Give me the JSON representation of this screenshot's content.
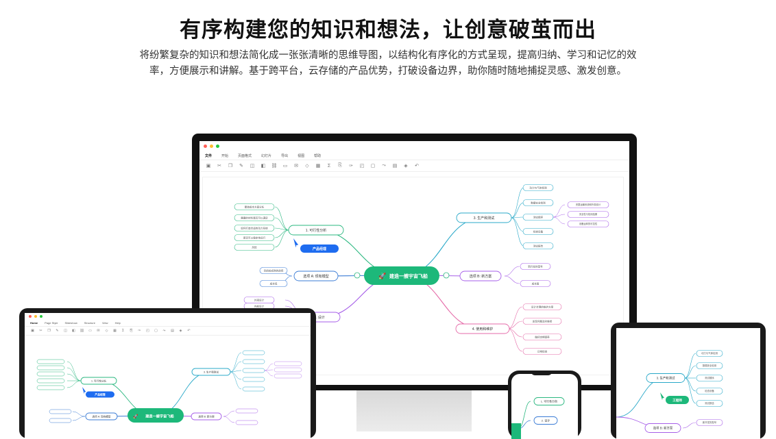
{
  "hero": {
    "title": "有序构建您的知识和想法，让创意破茧而出",
    "description": "将纷繁复杂的知识和想法简化成一张张清晰的思维导图，以结构化有序化的方式呈现，提高归纳、学习和记忆的效率，方便展示和讲解。基于跨平台，云存储的产品优势，打破设备边界，助你随时随地捕捉灵感、激发创意。"
  },
  "window_dots": [
    "#ff5f57",
    "#febc2e",
    "#28c840"
  ],
  "monitor_app": {
    "menu": [
      "文件",
      "开始",
      "页面格式",
      "幻灯片",
      "导出",
      "视图",
      "帮助"
    ],
    "toolbar_icons": [
      "paste-icon",
      "cut-icon",
      "copy-icon",
      "format-brush-icon",
      "topic-icon",
      "subtopic-icon",
      "link-icon",
      "note-icon",
      "comment-icon",
      "tag-icon",
      "image-icon",
      "formula-icon",
      "attachment-icon",
      "marker-icon",
      "summary-icon",
      "boundary-icon",
      "relation-icon",
      "layout-icon",
      "style-icon",
      "undo-icon"
    ],
    "mindmap": {
      "center": "建造一艘宇宙飞船",
      "branches": [
        {
          "label": "1. 可行性分析",
          "children": [
            "建造成本方面分析",
            "需要的材料是否可以满足",
            "如何打造合适的动力系统",
            "是否可以稳定地运行",
            "风险"
          ],
          "tag": "产品经理"
        },
        {
          "label": "选项 A: 现有模型",
          "children": [
            "目前较成熟的选择",
            "成本低"
          ]
        },
        {
          "label": "2. 设计",
          "children": [
            "外观设计",
            "内部设计"
          ]
        },
        {
          "label": "3. 生产和测试",
          "children": [
            "动力与气体检测",
            "数据安全检测",
            "测试顺序",
            "检查设备",
            "测试报告"
          ],
          "sub": [
            "完整运输系统和外观设计",
            "安全性与检测结果",
            "设备运转的可控性"
          ]
        },
        {
          "label": "选项 B: 新方案",
          "children": [
            "新开发的型号",
            "成本高"
          ]
        },
        {
          "label": "4. 使用和维护",
          "children": [
            "设计合理的维护方案",
            "发现问题及时维修",
            "做好定期保养",
            "日常检查"
          ]
        }
      ]
    }
  },
  "tablet_app": {
    "menu": [
      "Home",
      "Page Style",
      "Slideshow",
      "Structure",
      "View",
      "Help"
    ],
    "center": "建造一艘宇宙飞船",
    "branches": [
      "1. 可行性分析",
      "选项 A: 现有模型",
      "3. 生产和测试",
      "选项 B: 新方案"
    ],
    "tag": "产品经理"
  },
  "phone_app": {
    "nodes": [
      "1. 可行性分析",
      "2. 设计"
    ]
  },
  "tab2_app": {
    "branch": "3. 生产和测试",
    "tag": "工程师",
    "option": "选项 B: 新方案",
    "children": [
      "动力与气体检测",
      "数据安全检测",
      "测试顺序",
      "检查设备",
      "测试报告"
    ],
    "option_child": "新开发的型号"
  },
  "colors": {
    "center": "#1db87a",
    "green": "#2ab77f",
    "blue": "#3a7bd5",
    "purple": "#a65ee8",
    "pink": "#e56aa8",
    "teal": "#28a8c8",
    "tag": "#1e6cf0"
  }
}
